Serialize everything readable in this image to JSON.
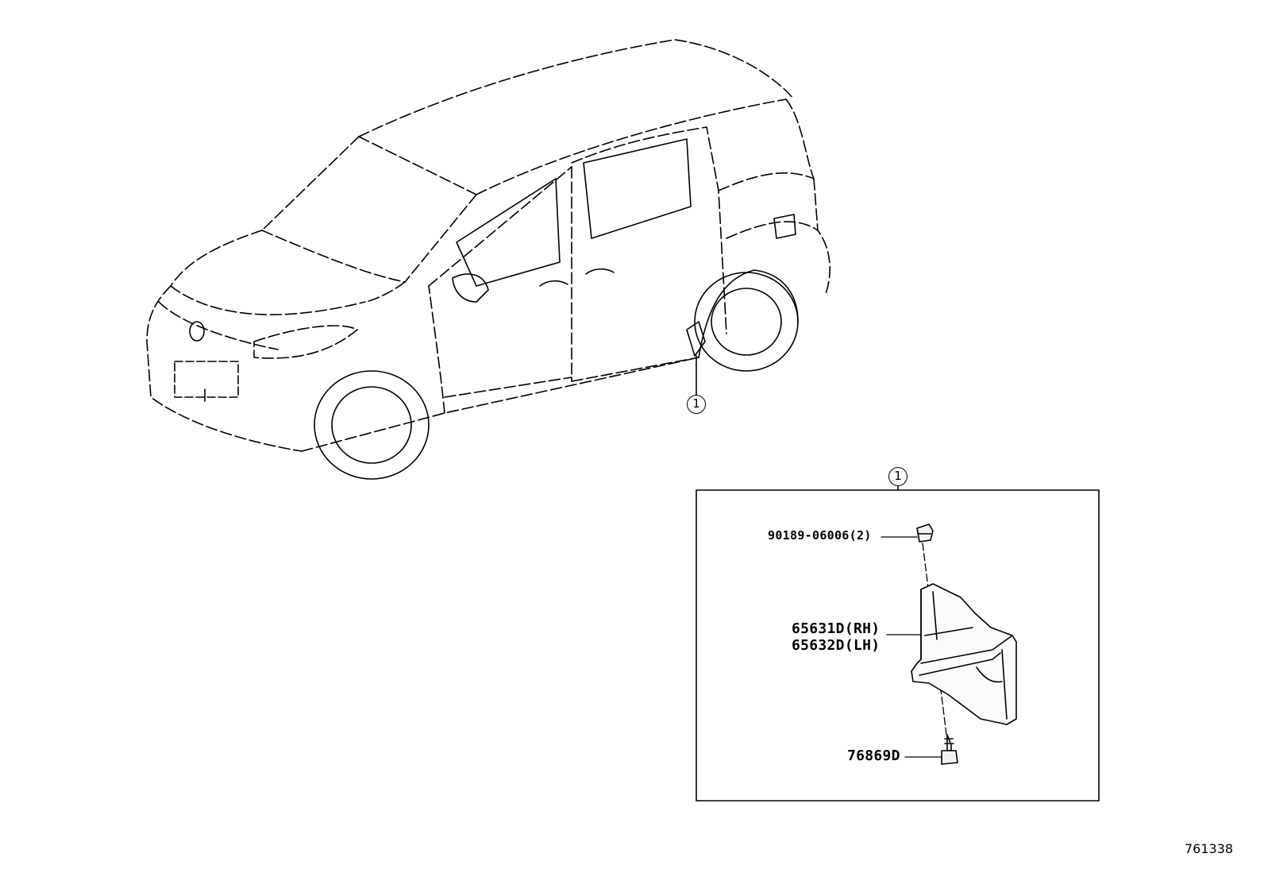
{
  "callouts": {
    "vehicle_ref": "1",
    "detail_ref": "1"
  },
  "parts": [
    {
      "number": "90189-06006(2)",
      "name": "clip"
    },
    {
      "number": "65631D(RH)",
      "name": "mudguard-rh"
    },
    {
      "number": "65632D(LH)",
      "name": "mudguard-lh"
    },
    {
      "number": "76869D",
      "name": "screw"
    }
  ],
  "figure_id": "761338"
}
